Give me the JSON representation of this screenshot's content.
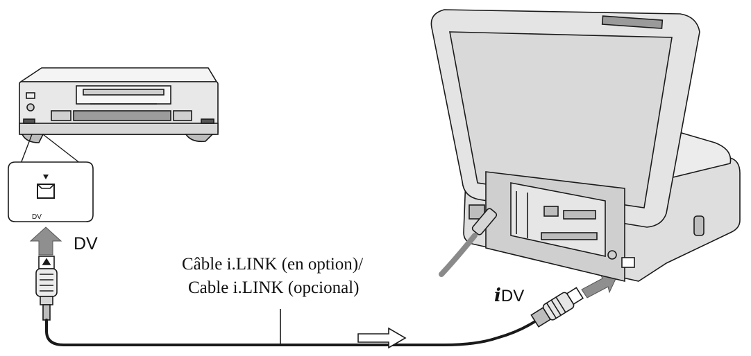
{
  "labels": {
    "vcr_port": "DV",
    "vcr_port_tag": "DV",
    "cable_line1": "Câble i.LINK (en option)/",
    "cable_line2": "Cable i.LINK (opcional)",
    "camera_port_text": "DV",
    "camera_port_prefix": "i"
  },
  "colors": {
    "line": "#1a1a1a",
    "device_fill": "#e6e6e6",
    "device_dark": "#9a9a9a",
    "arrow": "#8f8f8f"
  },
  "icons": {
    "port_symbol": "dv-port-icon",
    "direction": "signal-direction-arrow-icon"
  }
}
